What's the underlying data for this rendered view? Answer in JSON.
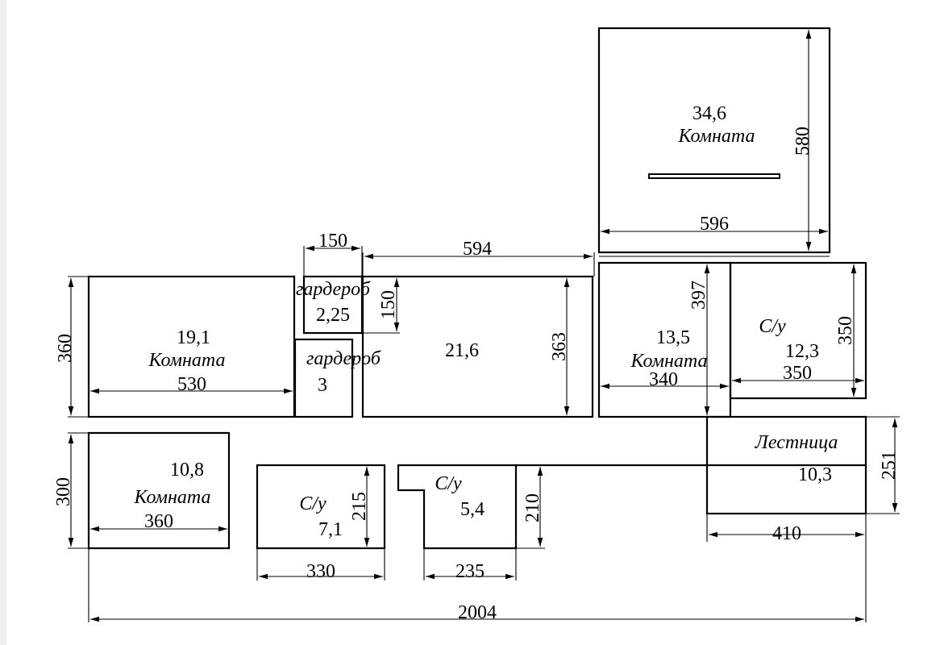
{
  "rooms": [
    {
      "type": "Комната",
      "area": "34,6",
      "width": "596",
      "height": "580"
    },
    {
      "type": "Комната",
      "area": "19,1",
      "width": "530",
      "height": "360"
    },
    {
      "type": "гардероб",
      "area": "2,25",
      "width": "150",
      "height": "150"
    },
    {
      "type": "гардероб",
      "area": "3"
    },
    {
      "area": "21,6",
      "width": "594",
      "height": "363"
    },
    {
      "type": "Комната",
      "area": "13,5",
      "width": "340",
      "height": "397"
    },
    {
      "type": "С/у",
      "area": "12,3",
      "width": "350",
      "height": "350"
    },
    {
      "type": "Лестница",
      "area": "10,3",
      "width": "410",
      "height": "251"
    },
    {
      "type": "Комната",
      "area": "10,8",
      "width": "360",
      "height": "300"
    },
    {
      "type": "С/у",
      "area": "7,1",
      "width": "330",
      "height": "215"
    },
    {
      "type": "С/у",
      "area": "5,4",
      "width": "235",
      "height": "210"
    }
  ],
  "total_length": "2004",
  "colors": {
    "line": "#000000",
    "background": "#ffffff"
  }
}
